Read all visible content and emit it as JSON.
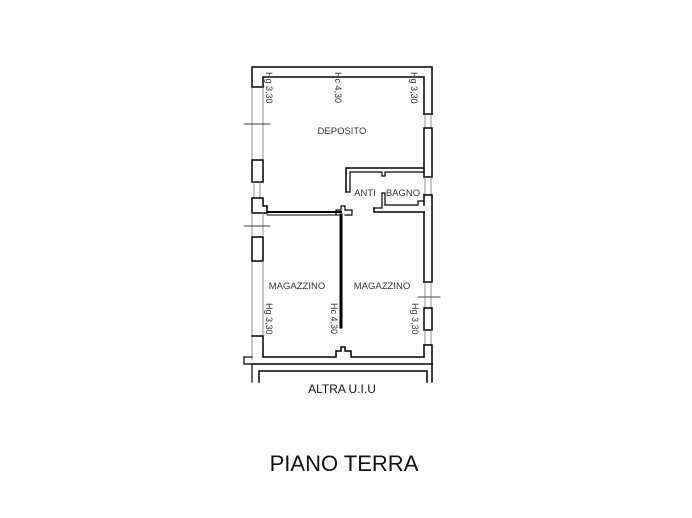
{
  "plan": {
    "title": "PIANO TERRA",
    "rooms": [
      {
        "name": "DEPOSITO"
      },
      {
        "name": "ANTI"
      },
      {
        "name": "BAGNO"
      },
      {
        "name": "MAGAZZINO"
      },
      {
        "name": "MAGAZZINO"
      }
    ],
    "heights": [
      {
        "label": "Hg 3,30"
      },
      {
        "label": "Hc 4,30"
      },
      {
        "label": "Hg 3,30"
      },
      {
        "label": "Hg 3,30"
      },
      {
        "label": "Hc 4,30"
      },
      {
        "label": "Hg 3,30"
      }
    ],
    "adjacent": "ALTRA U.I.U"
  }
}
